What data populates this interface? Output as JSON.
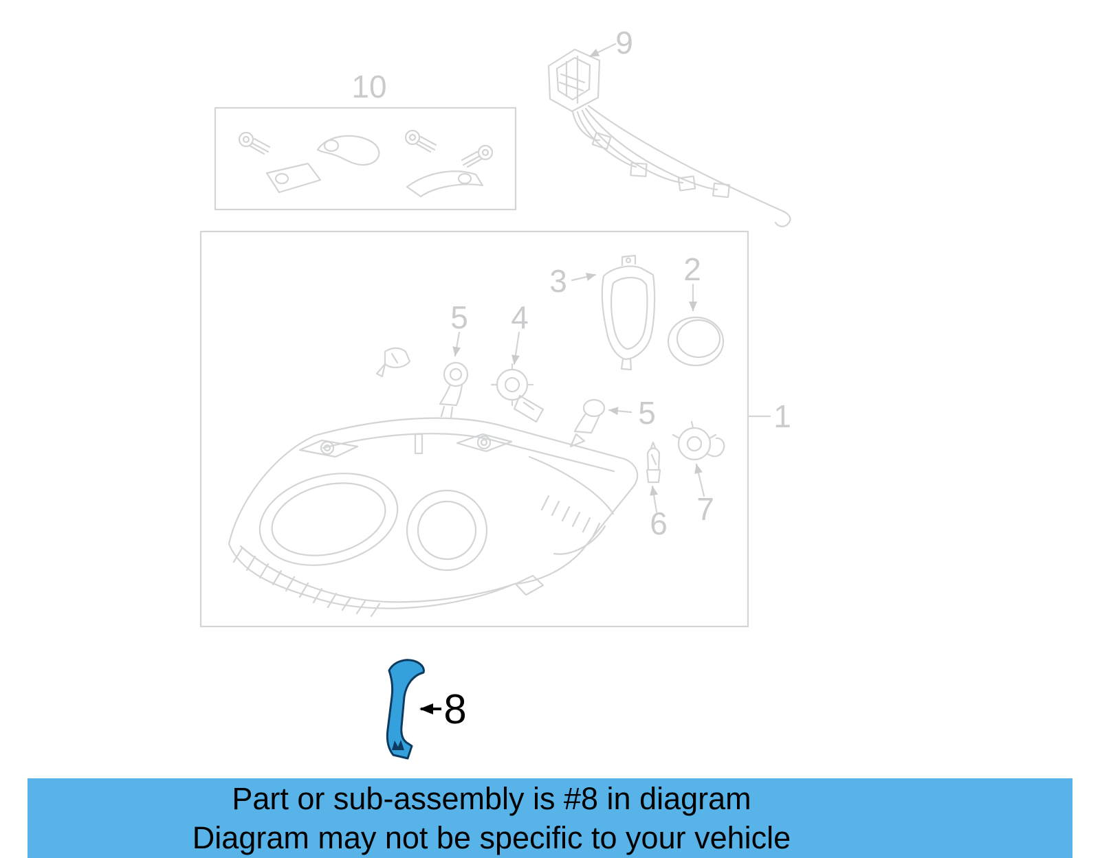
{
  "colors": {
    "line": "#d2d4d6",
    "callout_text": "#c9cbcd",
    "highlight_fill": "#35a1dc",
    "highlight_outline": "#0e3a5f",
    "banner_bg": "#57b3e8",
    "banner_text": "#000000",
    "arrow_black": "#000000"
  },
  "callouts": [
    {
      "label": "10"
    },
    {
      "label": "9"
    },
    {
      "label": "3"
    },
    {
      "label": "2"
    },
    {
      "label": "5"
    },
    {
      "label": "4"
    },
    {
      "label": "5"
    },
    {
      "label": "1"
    },
    {
      "label": "6"
    },
    {
      "label": "7"
    }
  ],
  "highlighted_part": {
    "label": "8"
  },
  "banner": {
    "line1": "Part or sub-assembly is #8 in diagram",
    "line2": "Diagram may not be specific to your vehicle"
  }
}
